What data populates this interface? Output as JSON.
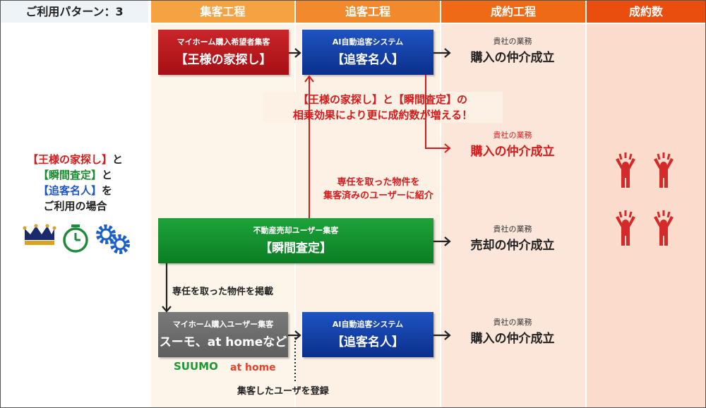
{
  "header": {
    "pattern": "ご利用パターン：3",
    "col1": "集客工程",
    "col2": "追客工程",
    "col3": "成約工程",
    "col4": "成約数"
  },
  "left": {
    "line1": "【王様の家探し】",
    "line1_suffix": "と",
    "line2": "【瞬間査定】",
    "line2_suffix": "と",
    "line3": "【追客名人】",
    "line3_suffix": "を",
    "line4": "ご利用の場合",
    "icons": [
      "crown-icon",
      "stopwatch-icon",
      "gears-icon"
    ]
  },
  "boxes": {
    "ousama": {
      "sub": "マイホーム購入希望者集客",
      "main": "【王様の家探し】"
    },
    "tsuikyaku1": {
      "sub": "AI自動追客システム",
      "main": "【追客名人】"
    },
    "shunkan": {
      "sub": "不動産売却ユーザー集客",
      "main": "【瞬間査定】"
    },
    "suumo": {
      "sub": "マイホーム購入ユーザー集客",
      "main": "スーモ、at homeなど"
    },
    "tsuikyaku2": {
      "sub": "AI自動追客システム",
      "main": "【追客名人】"
    }
  },
  "results": {
    "r1": {
      "sub": "貴社の業務",
      "main": "購入の仲介成立"
    },
    "r2": {
      "sub": "貴社の業務",
      "main": "購入の仲介成立"
    },
    "r3": {
      "sub": "貴社の業務",
      "main": "売却の仲介成立"
    },
    "r4": {
      "sub": "貴社の業務",
      "main": "購入の仲介成立"
    }
  },
  "synergy": {
    "line1": "【王様の家探し】と【瞬間査定】の",
    "line2": "相乗効果により更に成約数が増える！"
  },
  "notes": {
    "intro1": "専任を取った物件を",
    "intro2": "集客済みのユーザーに紹介",
    "publish": "専任を取った物件を掲載",
    "register": "集客したユーザを登録"
  },
  "logos": {
    "suumo": "SUUMO",
    "athome": "at home"
  },
  "colors": {
    "red": "#d41c1c",
    "green": "#1c8b2f",
    "blue": "#1c56c4",
    "figure": "#d42a2a"
  },
  "contract_count_figures": 4
}
